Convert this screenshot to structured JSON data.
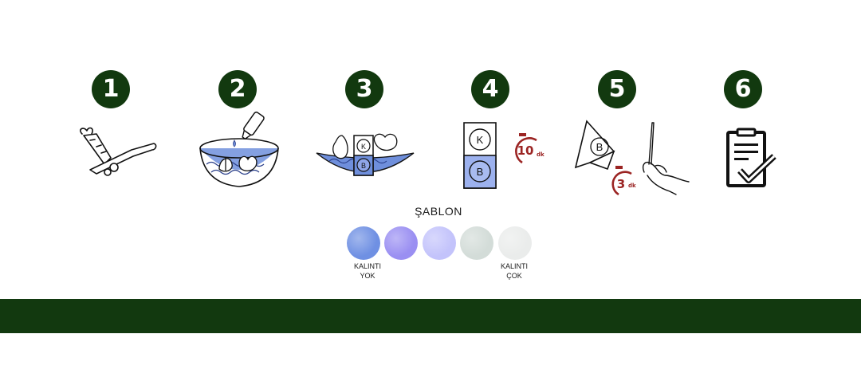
{
  "steps": [
    {
      "number": "1",
      "icon": "cutting-vegetable-icon"
    },
    {
      "number": "2",
      "icon": "bowl-dropper-icon"
    },
    {
      "number": "3",
      "icon": "salad-plate-test-strip-icon"
    },
    {
      "number": "4",
      "icon": "test-card-timer-icon"
    },
    {
      "number": "5",
      "icon": "folded-card-tweezers-icon"
    },
    {
      "number": "6",
      "icon": "clipboard-check-icon"
    }
  ],
  "test_card": {
    "top_label": "K",
    "bottom_label": "B"
  },
  "timers": {
    "wait_1": {
      "value": "10",
      "unit": "dk"
    },
    "wait_2": {
      "value": "3",
      "unit": "dk"
    }
  },
  "sablon": {
    "title": "ŞABLON",
    "swatches": [
      {
        "color": "#6f90e3"
      },
      {
        "color": "#9a8ff2"
      },
      {
        "color": "#c3c3fb"
      },
      {
        "color": "#d3dcd8"
      },
      {
        "color": "#eaeceb"
      }
    ],
    "label_left": {
      "line1": "KALINTI",
      "line2": "YOK"
    },
    "label_right": {
      "line1": "KALINTI",
      "line2": "ÇOK"
    }
  },
  "colors": {
    "step_badge": "#12390f",
    "footer": "#12390f",
    "accent_blue": "#6f8fdc",
    "timer_red": "#9b2423"
  }
}
